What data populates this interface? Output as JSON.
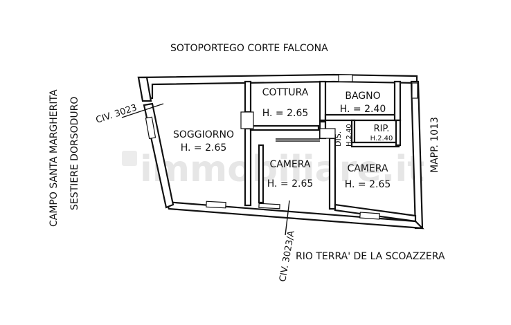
{
  "streets": {
    "top": "SOTOPORTEGO CORTE FALCONA",
    "bottom": "RIO TERRA' DE LA SCOAZZERA",
    "left_line1": "CAMPO SANTA MARGHERITA",
    "left_line2": "SESTIERE DORSODURO",
    "right": "MAPP. 1013"
  },
  "civics": {
    "main": "CIV. 3023",
    "secondary": "CIV. 3023/A"
  },
  "rooms": {
    "soggiorno": {
      "name": "SOGGIORNO",
      "height": "H. = 2.65"
    },
    "cottura": {
      "name": "COTTURA",
      "height": "H. = 2.65"
    },
    "bagno": {
      "name": "BAGNO",
      "height": "H. = 2.40"
    },
    "rip": {
      "name": "RIP.",
      "height": "H.2.40"
    },
    "camera1": {
      "name": "CAMERA",
      "height": "H. = 2.65"
    },
    "camera2": {
      "name": "CAMERA",
      "height": "H. = 2.65"
    },
    "dis": {
      "name": "DIS.",
      "height": "H.2.40"
    }
  },
  "watermark": "immobiliare.it"
}
